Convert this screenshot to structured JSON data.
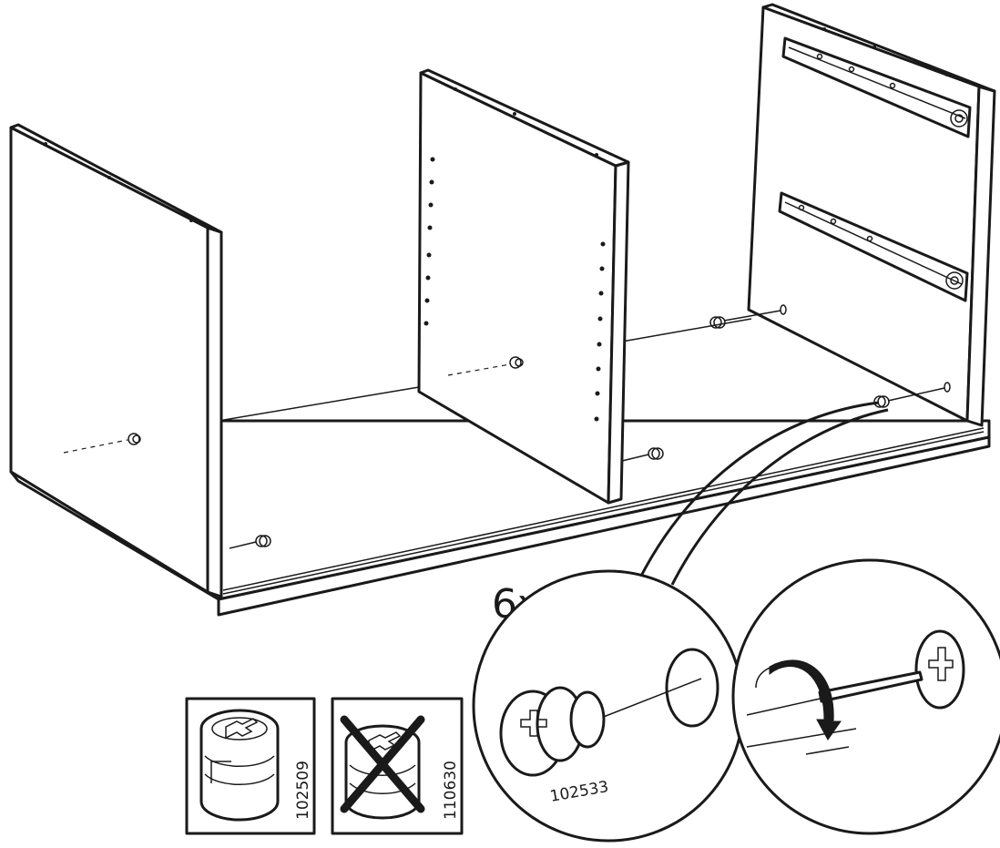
{
  "step": {
    "quantity_label": "6x"
  },
  "parts": {
    "correct_cam_lock_code": "102509",
    "wrong_cam_lock_code": "110630",
    "cam_lock_code": "102533"
  },
  "colors": {
    "line": "#1a1a1a",
    "background": "#ffffff"
  },
  "icons": {
    "rotation": "clockwise-arrow-icon",
    "tool": "screwdriver-icon",
    "wrong": "cross-icon"
  }
}
